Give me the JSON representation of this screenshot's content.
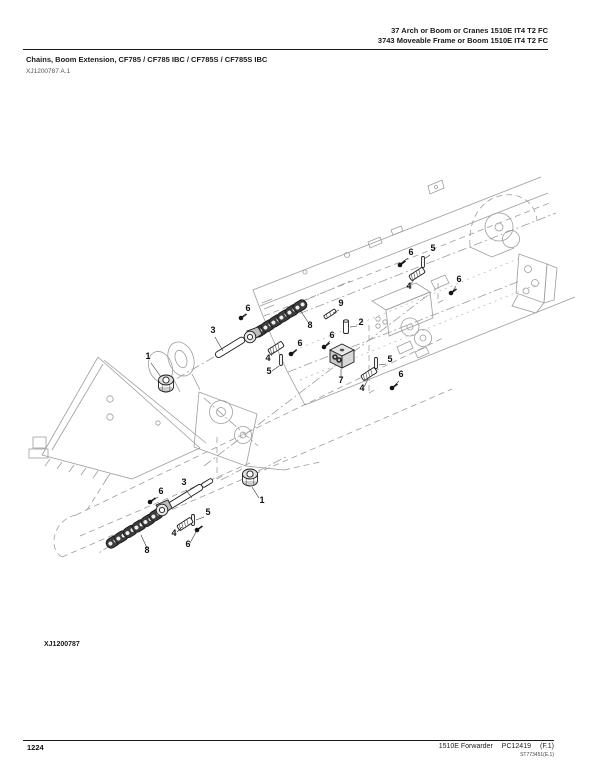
{
  "header": {
    "section_line1": "37 Arch or Boom or Cranes 1510E IT4 T2 FC",
    "section_line2": "3743 Moveable Frame or Boom 1510E IT4 T2 FC"
  },
  "title": "Chains, Boom Extension, CF785 / CF785 IBC / CF785S / CF785S IBC",
  "drawing_ref": "XJ1200787 A.1",
  "figure_code": "XJ1200787",
  "footer": {
    "page_number": "1224",
    "model": "1510E Forwarder",
    "catalog_number": "PC12419",
    "revision": "(F.1)",
    "doc_code": "ST773451(E.1)"
  },
  "colors": {
    "ink": "#1a1a1a",
    "frame_line": "#9d9d9d"
  },
  "diagram": {
    "callouts": [
      {
        "label": "6"
      },
      {
        "label": "5"
      },
      {
        "label": "4"
      },
      {
        "label": "6"
      },
      {
        "label": "9"
      },
      {
        "label": "2"
      },
      {
        "label": "6"
      },
      {
        "label": "8"
      },
      {
        "label": "6"
      },
      {
        "label": "3"
      },
      {
        "label": "4"
      },
      {
        "label": "6"
      },
      {
        "label": "5"
      },
      {
        "label": "7"
      },
      {
        "label": "5"
      },
      {
        "label": "4"
      },
      {
        "label": "6"
      },
      {
        "label": "1"
      },
      {
        "label": "1"
      },
      {
        "label": "3"
      },
      {
        "label": "6"
      },
      {
        "label": "5"
      },
      {
        "label": "4"
      },
      {
        "label": "6"
      },
      {
        "label": "8"
      }
    ]
  }
}
